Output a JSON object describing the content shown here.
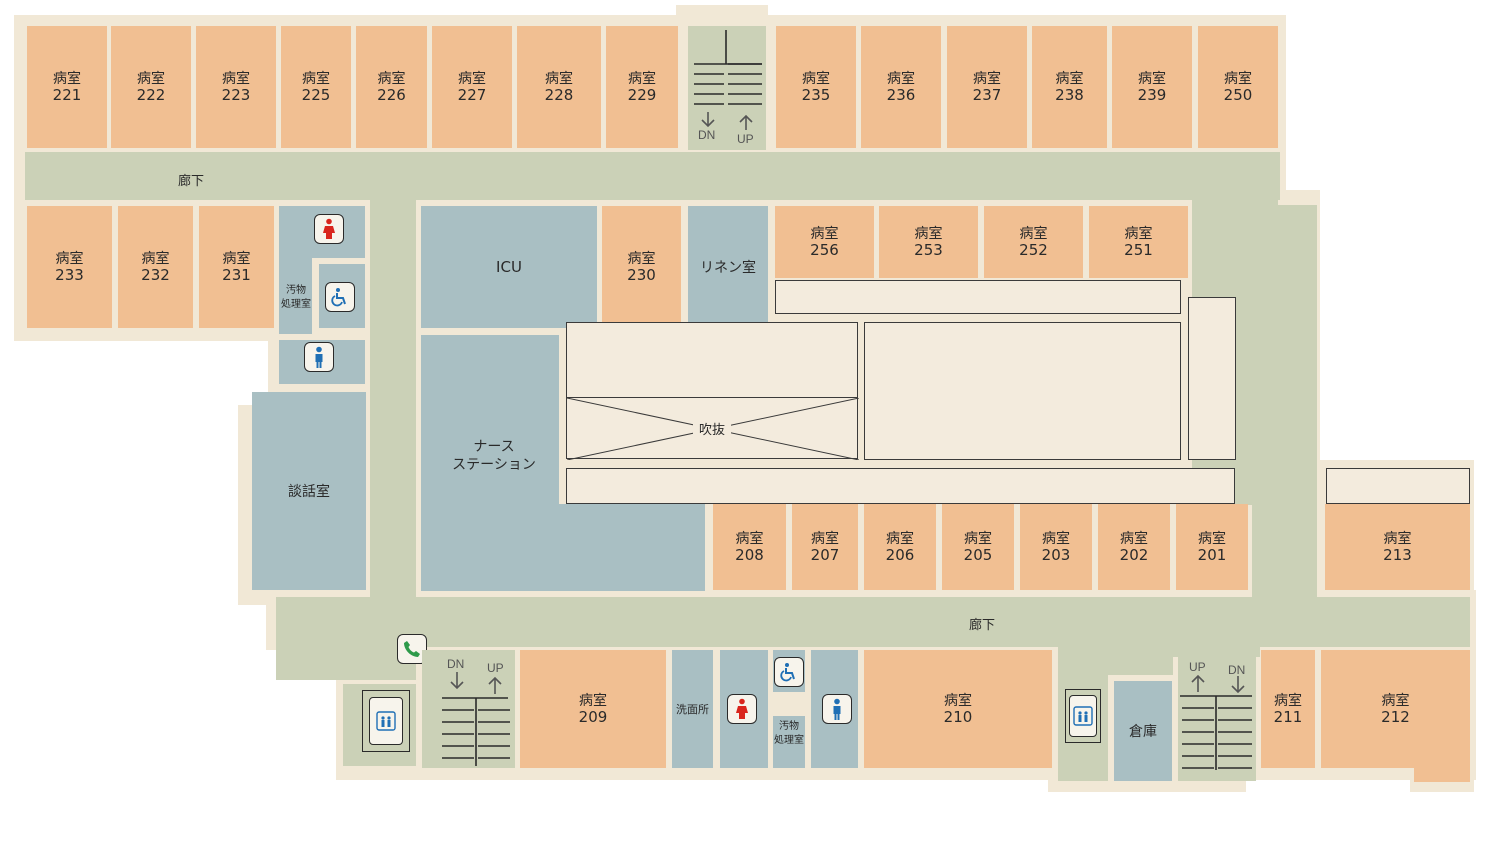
{
  "rooms": {
    "r221": {
      "title": "病室",
      "number": "221"
    },
    "r222": {
      "title": "病室",
      "number": "222"
    },
    "r223": {
      "title": "病室",
      "number": "223"
    },
    "r225": {
      "title": "病室",
      "number": "225"
    },
    "r226": {
      "title": "病室",
      "number": "226"
    },
    "r227": {
      "title": "病室",
      "number": "227"
    },
    "r228": {
      "title": "病室",
      "number": "228"
    },
    "r229": {
      "title": "病室",
      "number": "229"
    },
    "r235": {
      "title": "病室",
      "number": "235"
    },
    "r236": {
      "title": "病室",
      "number": "236"
    },
    "r237": {
      "title": "病室",
      "number": "237"
    },
    "r238": {
      "title": "病室",
      "number": "238"
    },
    "r239": {
      "title": "病室",
      "number": "239"
    },
    "r250": {
      "title": "病室",
      "number": "250"
    },
    "r233": {
      "title": "病室",
      "number": "233"
    },
    "r232": {
      "title": "病室",
      "number": "232"
    },
    "r231": {
      "title": "病室",
      "number": "231"
    },
    "r230": {
      "title": "病室",
      "number": "230"
    },
    "r256": {
      "title": "病室",
      "number": "256"
    },
    "r253": {
      "title": "病室",
      "number": "253"
    },
    "r252": {
      "title": "病室",
      "number": "252"
    },
    "r251": {
      "title": "病室",
      "number": "251"
    },
    "r208": {
      "title": "病室",
      "number": "208"
    },
    "r207": {
      "title": "病室",
      "number": "207"
    },
    "r206": {
      "title": "病室",
      "number": "206"
    },
    "r205": {
      "title": "病室",
      "number": "205"
    },
    "r203": {
      "title": "病室",
      "number": "203"
    },
    "r202": {
      "title": "病室",
      "number": "202"
    },
    "r201": {
      "title": "病室",
      "number": "201"
    },
    "r213": {
      "title": "病室",
      "number": "213"
    },
    "r209": {
      "title": "病室",
      "number": "209"
    },
    "r210": {
      "title": "病室",
      "number": "210"
    },
    "r211": {
      "title": "病室",
      "number": "211"
    },
    "r212": {
      "title": "病室",
      "number": "212"
    }
  },
  "labels": {
    "icu": "ICU",
    "linen": "リネン室",
    "nurse_1": "ナース",
    "nurse_2": "ステーション",
    "lounge": "談話室",
    "atrium": "吹抜",
    "washroom": "洗面所",
    "storage": "倉庫",
    "dirty_1_a": "汚物",
    "dirty_1_b": "処理室",
    "dirty_2_a": "汚物",
    "dirty_2_b": "処理室",
    "corridor_top": "廊下",
    "corridor_bottom": "廊下"
  },
  "stairs": {
    "top": {
      "down": "DN",
      "up": "UP"
    },
    "bottom_left": {
      "down": "DN",
      "up": "UP"
    },
    "bottom_right": {
      "up": "UP",
      "down": "DN"
    }
  },
  "icons": {
    "women_restroom": "woman-icon",
    "men_restroom": "man-icon",
    "accessible_restroom": "wheelchair-icon",
    "telephone": "phone-icon",
    "elevator": "elevator-icon"
  },
  "colors": {
    "patient_room": "#f1bf92",
    "service_room": "#a9bfc3",
    "corridor": "#cbd1b7",
    "wall": "#f1e8d6",
    "women_icon": "#d9251d",
    "men_icon": "#1f6fb5",
    "accessible_icon": "#1f6fb5",
    "phone_icon": "#2e9a4a"
  }
}
